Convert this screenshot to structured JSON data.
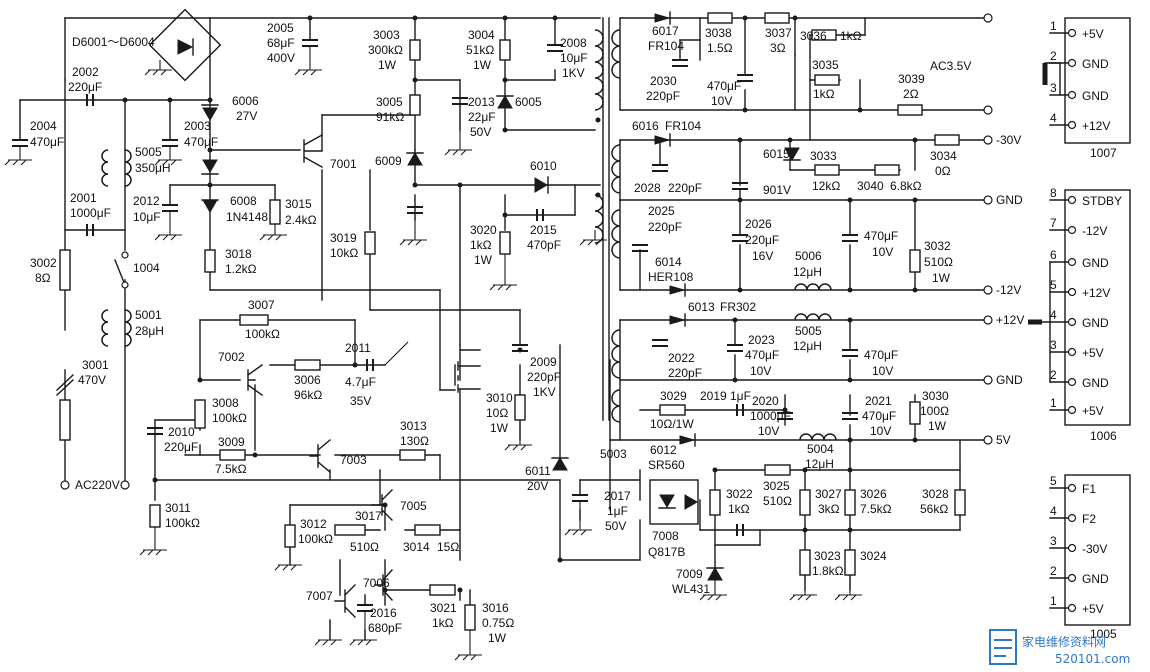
{
  "components": {
    "bridge": "D6001～D6004",
    "c2002": [
      "2002",
      "220μF"
    ],
    "c2004": [
      "2004",
      "470μF"
    ],
    "c2003": [
      "2003",
      "470μF"
    ],
    "l5005a": [
      "5005",
      "350μH"
    ],
    "c2001": [
      "2001",
      "1000μF"
    ],
    "r3002": [
      "3002",
      "8Ω"
    ],
    "sw1004": "1004",
    "l5001": [
      "5001",
      "28μH"
    ],
    "r3001": [
      "3001",
      "470V"
    ],
    "ac_in": "AC220V",
    "c2005": [
      "2005",
      "68μF",
      "400V"
    ],
    "r3003": [
      "3003",
      "300kΩ",
      "1W"
    ],
    "r3004": [
      "3004",
      "51kΩ",
      "1W"
    ],
    "c2008": [
      "2008",
      "10μF",
      "1KV"
    ],
    "r3005": [
      "3005",
      "91kΩ"
    ],
    "c2013": [
      "2013",
      "22μF",
      "50V"
    ],
    "d6005": "6005",
    "d6006": [
      "6006",
      "27V"
    ],
    "q7001": "7001",
    "d6009": "6009",
    "d6010": "6010",
    "c2012": [
      "2012",
      "10μF"
    ],
    "d6008": [
      "6008",
      "1N4148"
    ],
    "r3015": [
      "3015",
      "2.4kΩ"
    ],
    "r3018": [
      "3018",
      "1.2kΩ"
    ],
    "r3019": [
      "3019",
      "10kΩ"
    ],
    "r3020": [
      "3020",
      "1kΩ",
      "1W"
    ],
    "c2015": [
      "2015",
      "470pF"
    ],
    "r3007": [
      "3007",
      "100kΩ"
    ],
    "q7002": "7002",
    "r3006": [
      "3006",
      "96kΩ"
    ],
    "c2011": [
      "2011",
      "4.7μF",
      "35V"
    ],
    "r3008": [
      "3008",
      "100kΩ"
    ],
    "c2010": [
      "2010",
      "220μF"
    ],
    "r3009": [
      "3009",
      "7.5kΩ"
    ],
    "q7003": "7003",
    "r3013": [
      "3013",
      "130Ω"
    ],
    "c2009": [
      "2009",
      "220pF",
      "1KV"
    ],
    "r3010": [
      "3010",
      "10Ω",
      "1W"
    ],
    "d6011": [
      "6011",
      "20V"
    ],
    "r3011": [
      "3011",
      "100kΩ"
    ],
    "r3012": [
      "3012",
      "100kΩ"
    ],
    "r3017": [
      "3017",
      "510Ω"
    ],
    "q7005": "7005",
    "r3014": [
      "3014",
      "15Ω"
    ],
    "q7006": "7006",
    "q7007": "7007",
    "c2016": [
      "2016",
      "680pF"
    ],
    "r3021": [
      "3021",
      "1kΩ"
    ],
    "r3016": [
      "3016",
      "0.75Ω",
      "1W"
    ],
    "t5003": "5003",
    "c2017": [
      "2017",
      "1μF",
      "50V"
    ],
    "oc7008": [
      "7008",
      "Q817B"
    ],
    "d6017": [
      "6017",
      "FR104"
    ],
    "c2030": [
      "2030",
      "220pF"
    ],
    "r3038": [
      "3038",
      "1.5Ω"
    ],
    "r3037": [
      "3037",
      "3Ω"
    ],
    "r3036": [
      "3036",
      "1kΩ"
    ],
    "r3035": [
      "3035",
      "1kΩ"
    ],
    "c470_ac": [
      "470μF",
      "10V"
    ],
    "r3039": [
      "3039",
      "2Ω"
    ],
    "out_ac": "AC3.5V",
    "d6016": [
      "6016",
      "FR104"
    ],
    "c2028": [
      "2028",
      "220pF"
    ],
    "d6015": [
      "6015",
      "901V"
    ],
    "r3033": [
      "3033",
      "12kΩ"
    ],
    "r3040": [
      "3040",
      "6.8kΩ"
    ],
    "r3034": [
      "3034",
      "0Ω"
    ],
    "out_m30": "-30V",
    "out_gnd1": "GND",
    "c2025": [
      "2025",
      "220pF"
    ],
    "d6014": [
      "6014",
      "HER108"
    ],
    "c2026": [
      "2026",
      "220μF",
      "16V"
    ],
    "l5006": [
      "5006",
      "12μH"
    ],
    "c470_m12": [
      "470μF",
      "10V"
    ],
    "r3032": [
      "3032",
      "510Ω",
      "1W"
    ],
    "out_m12": "-12V",
    "d6013": [
      "6013",
      "FR302"
    ],
    "l5005b": [
      "5005",
      "12μH"
    ],
    "c2022": [
      "2022",
      "220pF"
    ],
    "c2023": [
      "2023",
      "470μF",
      "10V"
    ],
    "c470_p12": [
      "470μF",
      "10V"
    ],
    "out_p12": "+12V",
    "out_gnd2": "GND",
    "r3029": [
      "3029",
      "10Ω/1W"
    ],
    "c2019": [
      "2019",
      "1μF"
    ],
    "c2020": [
      "2020",
      "1000μF",
      "10V"
    ],
    "c2021": [
      "2021",
      "470μF",
      "10V"
    ],
    "r3030": [
      "3030",
      "100Ω",
      "1W"
    ],
    "d6012": [
      "6012",
      "SR560"
    ],
    "l5004": [
      "5004",
      "12μH"
    ],
    "out_5v": "5V",
    "r3022": [
      "3022",
      "1kΩ"
    ],
    "r3025": [
      "3025",
      "510Ω"
    ],
    "r3027": [
      "3027",
      "3kΩ"
    ],
    "r3026": [
      "3026",
      "7.5kΩ"
    ],
    "r3028": [
      "3028",
      "56kΩ"
    ],
    "r3023": [
      "3023",
      "1.8kΩ"
    ],
    "r3024": "3024",
    "ic7009": [
      "7009",
      "WL431"
    ]
  },
  "connectors": [
    {
      "id": "1007",
      "pins": [
        {
          "n": "1",
          "label": "+5V"
        },
        {
          "n": "2",
          "label": "GND"
        },
        {
          "n": "3",
          "label": "GND"
        },
        {
          "n": "4",
          "label": "+12V"
        }
      ]
    },
    {
      "id": "1006",
      "pins": [
        {
          "n": "8",
          "label": "STDBY"
        },
        {
          "n": "7",
          "label": "-12V"
        },
        {
          "n": "6",
          "label": "GND"
        },
        {
          "n": "5",
          "label": "+12V"
        },
        {
          "n": "4",
          "label": "GND"
        },
        {
          "n": "3",
          "label": "+5V"
        },
        {
          "n": "2",
          "label": "GND"
        },
        {
          "n": "1",
          "label": "+5V"
        }
      ]
    },
    {
      "id": "1005",
      "pins": [
        {
          "n": "5",
          "label": "F1"
        },
        {
          "n": "4",
          "label": "F2"
        },
        {
          "n": "3",
          "label": "-30V"
        },
        {
          "n": "2",
          "label": "GND"
        },
        {
          "n": "1",
          "label": "+5V"
        }
      ]
    }
  ],
  "watermark": {
    "site_name": "家电维修资料网",
    "url": "520101.com",
    "logo_color": "#2f78c8"
  }
}
